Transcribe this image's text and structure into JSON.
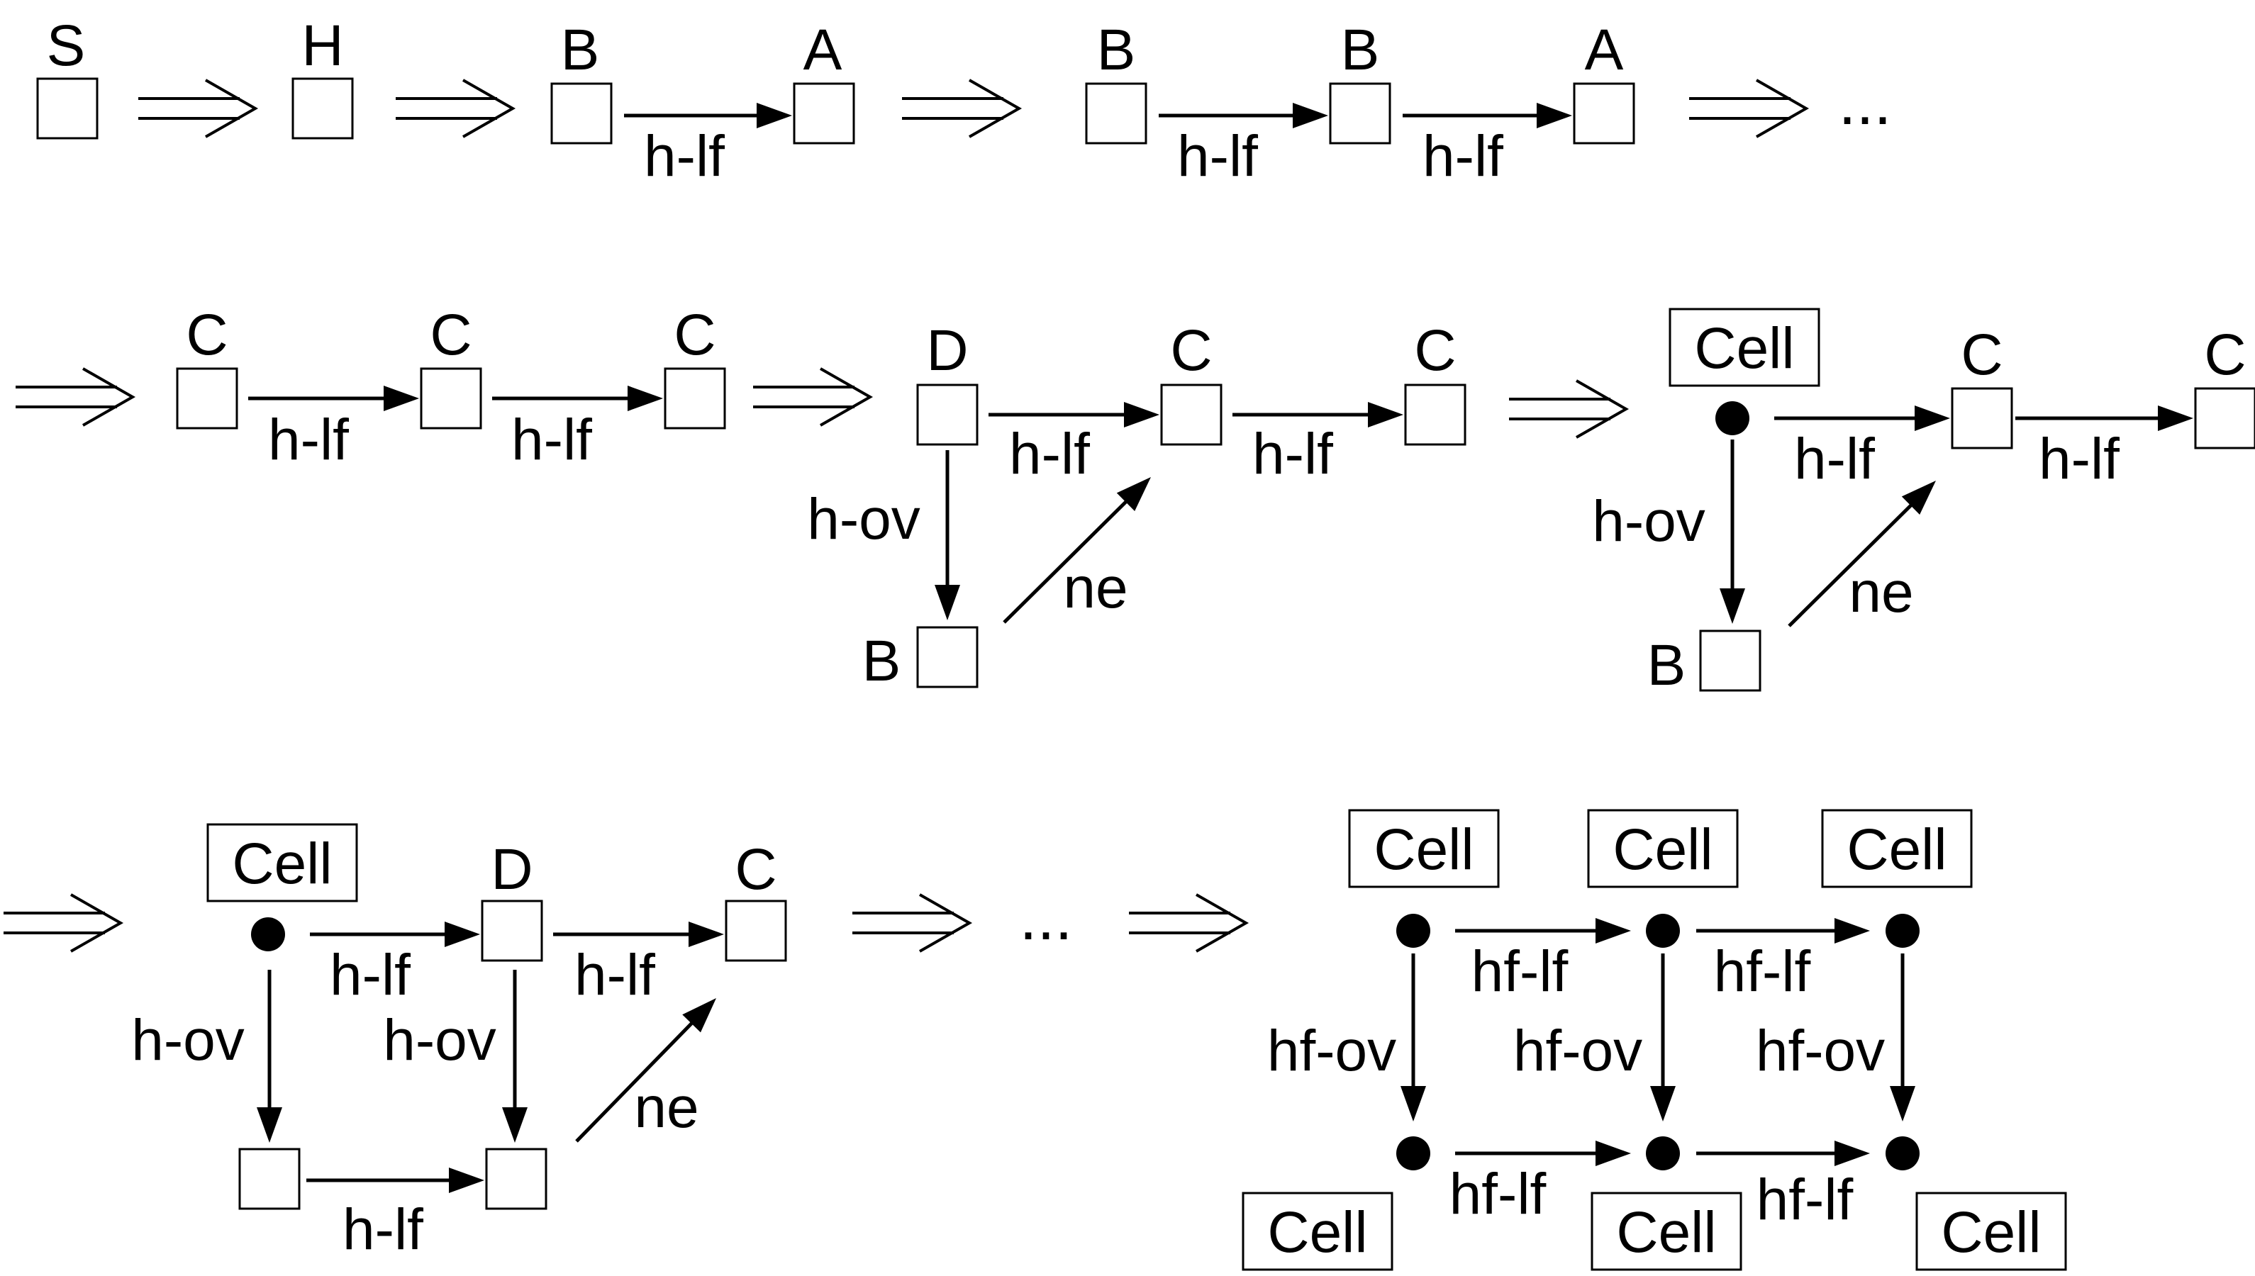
{
  "colors": {
    "ink": "#000000",
    "background": "#ffffff"
  },
  "arrow_symbol": "⟹",
  "ellipsis": "...",
  "labels": {
    "S": "S",
    "H": "H",
    "A": "A",
    "B": "B",
    "C": "C",
    "D": "D",
    "cell": "Cell",
    "h_lf": "h-lf",
    "h_ov": "h-ov",
    "ne": "ne",
    "hf_lf": "hf-lf",
    "hf_ov": "hf-ov"
  }
}
